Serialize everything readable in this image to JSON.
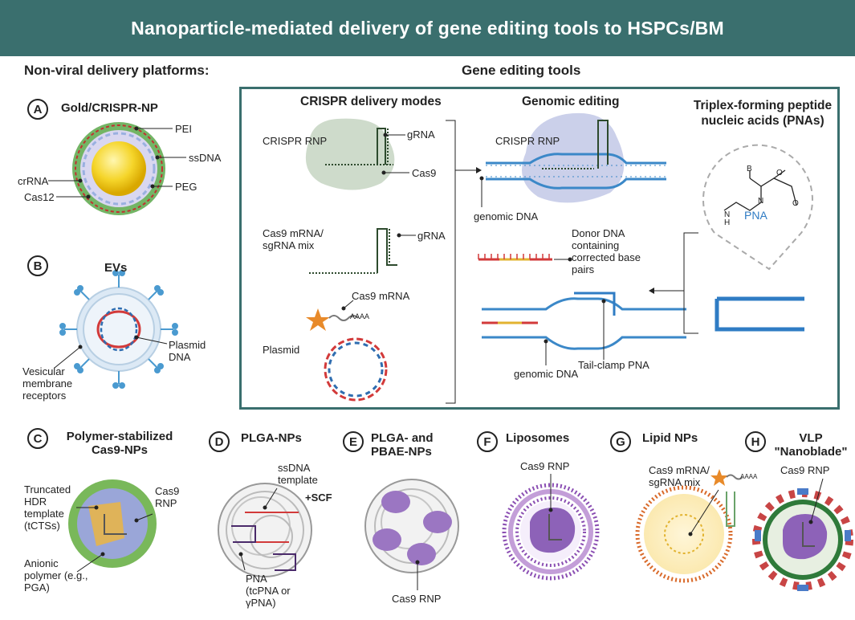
{
  "title": "Nanoparticle-mediated delivery of gene editing tools to HSPCs/BM",
  "left_header": "Non-viral delivery platforms:",
  "tools_header": "Gene editing tools",
  "colors": {
    "banner": "#3a6f6e",
    "pna_blue": "#2f7cc4",
    "cas9_purple": "#8b62b5",
    "dna_blue": "#3b88c8",
    "dna_red": "#d23a3a"
  },
  "panel": {
    "crispr_modes_title": "CRISPR delivery modes",
    "genomic_title": "Genomic editing",
    "pna_title": "Triplex-forming peptide nucleic acids (PNAs)",
    "labels": {
      "crispr_rnp": "CRISPR RNP",
      "grna_1": "gRNA",
      "cas9": "Cas9",
      "cas9_mrna_mix": "Cas9 mRNA/ sgRNA mix",
      "grna_2": "gRNA",
      "cas9_mrna": "Cas9 mRNA",
      "aaaa": "AAAA",
      "plasmid": "Plasmid",
      "crispr_rnp_2": "CRISPR RNP",
      "genomic_dna_1": "genomic DNA",
      "donor_dna": "Donor DNA containing corrected base pairs",
      "genomic_dna_2": "genomic DNA",
      "tail_clamp": "Tail-clamp PNA",
      "pna": "PNA",
      "chem_b": "B",
      "chem_o1": "O",
      "chem_o2": "O",
      "chem_n": "N",
      "chem_nh": "N",
      "chem_h": "H"
    }
  },
  "platforms": [
    {
      "letter": "A",
      "title": "Gold/CRISPR-NP",
      "labels": [
        "PEI",
        "ssDNA",
        "crRNA",
        "PEG",
        "Cas12"
      ]
    },
    {
      "letter": "B",
      "title": "EVs",
      "labels": [
        "Plasmid DNA",
        "Vesicular membrane receptors"
      ]
    },
    {
      "letter": "C",
      "title": "Polymer-stabilized Cas9-NPs",
      "labels": [
        "Truncated HDR template (tCTSs)",
        "Cas9 RNP",
        "Anionic polymer (e.g., PGA)"
      ]
    },
    {
      "letter": "D",
      "title": "PLGA-NPs",
      "labels": [
        "ssDNA template",
        "+SCF",
        "PNA (tcPNA or γPNA)"
      ]
    },
    {
      "letter": "E",
      "title": "PLGA- and PBAE-NPs",
      "labels": [
        "Cas9 RNP"
      ]
    },
    {
      "letter": "F",
      "title": "Liposomes",
      "labels": [
        "Cas9 RNP"
      ]
    },
    {
      "letter": "G",
      "title": "Lipid NPs",
      "labels": [
        "Cas9 mRNA/ sgRNA mix",
        "AAAA"
      ]
    },
    {
      "letter": "H",
      "title": "VLP \"Nanoblade\"",
      "labels": [
        "Cas9 RNP"
      ]
    }
  ]
}
